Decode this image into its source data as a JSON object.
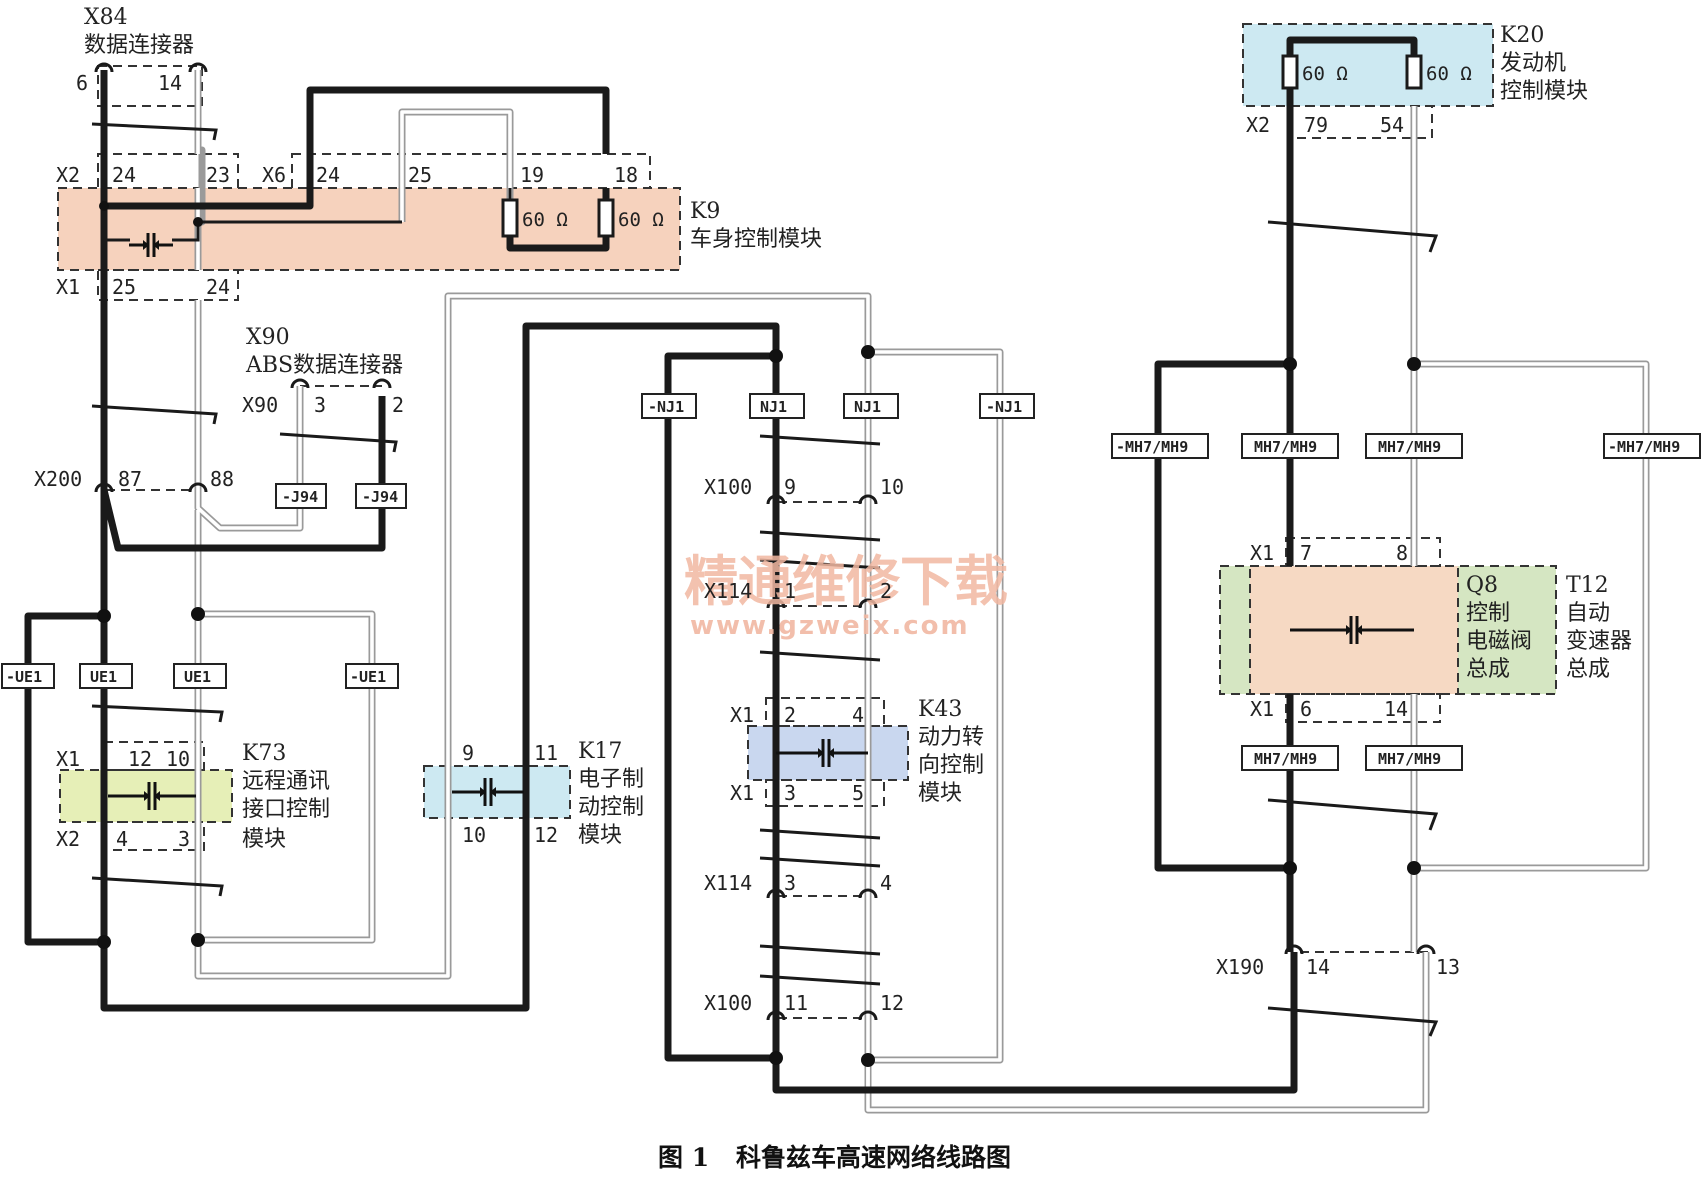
{
  "connectors": {
    "x84": {
      "id": "X84",
      "name": "数据连接器",
      "pin_a": "6",
      "pin_b": "14"
    },
    "x90": {
      "id": "X90",
      "name": "ABS数据连接器",
      "ref": "X90",
      "pin_a": "3",
      "pin_b": "2"
    },
    "x200": {
      "id": "X200",
      "pin_a": "87",
      "pin_b": "88"
    },
    "x100a": {
      "id": "X100",
      "pin_a": "9",
      "pin_b": "10"
    },
    "x114a": {
      "id": "X114",
      "pin_a": "1",
      "pin_b": "2"
    },
    "x114b": {
      "id": "X114",
      "pin_a": "3",
      "pin_b": "4"
    },
    "x100b": {
      "id": "X100",
      "pin_a": "11",
      "pin_b": "12"
    },
    "x190": {
      "id": "X190",
      "pin_a": "14",
      "pin_b": "13"
    }
  },
  "modules": {
    "k9": {
      "id": "K9",
      "name": "车身控制模块",
      "x2": "X2",
      "x2_pin_a": "24",
      "x2_pin_b": "23",
      "x6": "X6",
      "x6_pin_a": "24",
      "x6_pin_b": "25",
      "x6_pin_c": "19",
      "x6_pin_d": "18",
      "x1": "X1",
      "x1_pin_a": "25",
      "x1_pin_b": "24",
      "res_a": "60 Ω",
      "res_b": "60 Ω"
    },
    "k20": {
      "id": "K20",
      "name_l1": "发动机",
      "name_l2": "控制模块",
      "x2": "X2",
      "pin_a": "79",
      "pin_b": "54",
      "res_a": "60 Ω",
      "res_b": "60 Ω"
    },
    "k73": {
      "id": "K73",
      "name_l1": "远程通讯",
      "name_l2": "接口控制",
      "name_l3": "模块",
      "x1": "X1",
      "x1_pin_a": "12",
      "x1_pin_b": "10",
      "x2": "X2",
      "x2_pin_a": "4",
      "x2_pin_b": "3"
    },
    "k17": {
      "id": "K17",
      "name_l1": "电子制",
      "name_l2": "动控制",
      "name_l3": "模块",
      "pin_tl": "9",
      "pin_tr": "11",
      "pin_bl": "10",
      "pin_br": "12"
    },
    "k43": {
      "id": "K43",
      "name_l1": "动力转",
      "name_l2": "向控制",
      "name_l3": "模块",
      "x1": "X1",
      "pin_tl": "2",
      "pin_tr": "4",
      "x1b": "X1",
      "pin_bl": "3",
      "pin_br": "5"
    },
    "q8": {
      "id": "Q8",
      "name_l1": "控制",
      "name_l2": "电磁阀",
      "name_l3": "总成",
      "x1": "X1",
      "pin_tl": "7",
      "pin_tr": "8",
      "x1b": "X1",
      "pin_bl": "6",
      "pin_br": "14"
    },
    "t12": {
      "id": "T12",
      "name_l1": "自动",
      "name_l2": "变速器",
      "name_l3": "总成"
    }
  },
  "tags": {
    "j94": "-J94",
    "ue1": "UE1",
    "ue1_neg": "-UE1",
    "nj1": "NJ1",
    "nj1_neg": "-NJ1",
    "mh": "MH7/MH9",
    "mh_neg": "-MH7/MH9"
  },
  "watermark": {
    "text": "精通维修下载",
    "url": "www.gzweix.com"
  },
  "caption": {
    "fig": "图 1",
    "title": "科鲁兹车高速网络线路图"
  },
  "colors": {
    "high_wire": "#1a1a1a",
    "low_wire": "#9a9a9a",
    "k9_fill": "#f6d2bd",
    "k20_fill": "#cde9f2",
    "k73_fill": "#e6efb7",
    "k17_fill": "#cde9f2",
    "k43_fill": "#c9d7ef",
    "q8_fill": "#f6d9c3",
    "t12_fill": "#d5e6c2"
  }
}
